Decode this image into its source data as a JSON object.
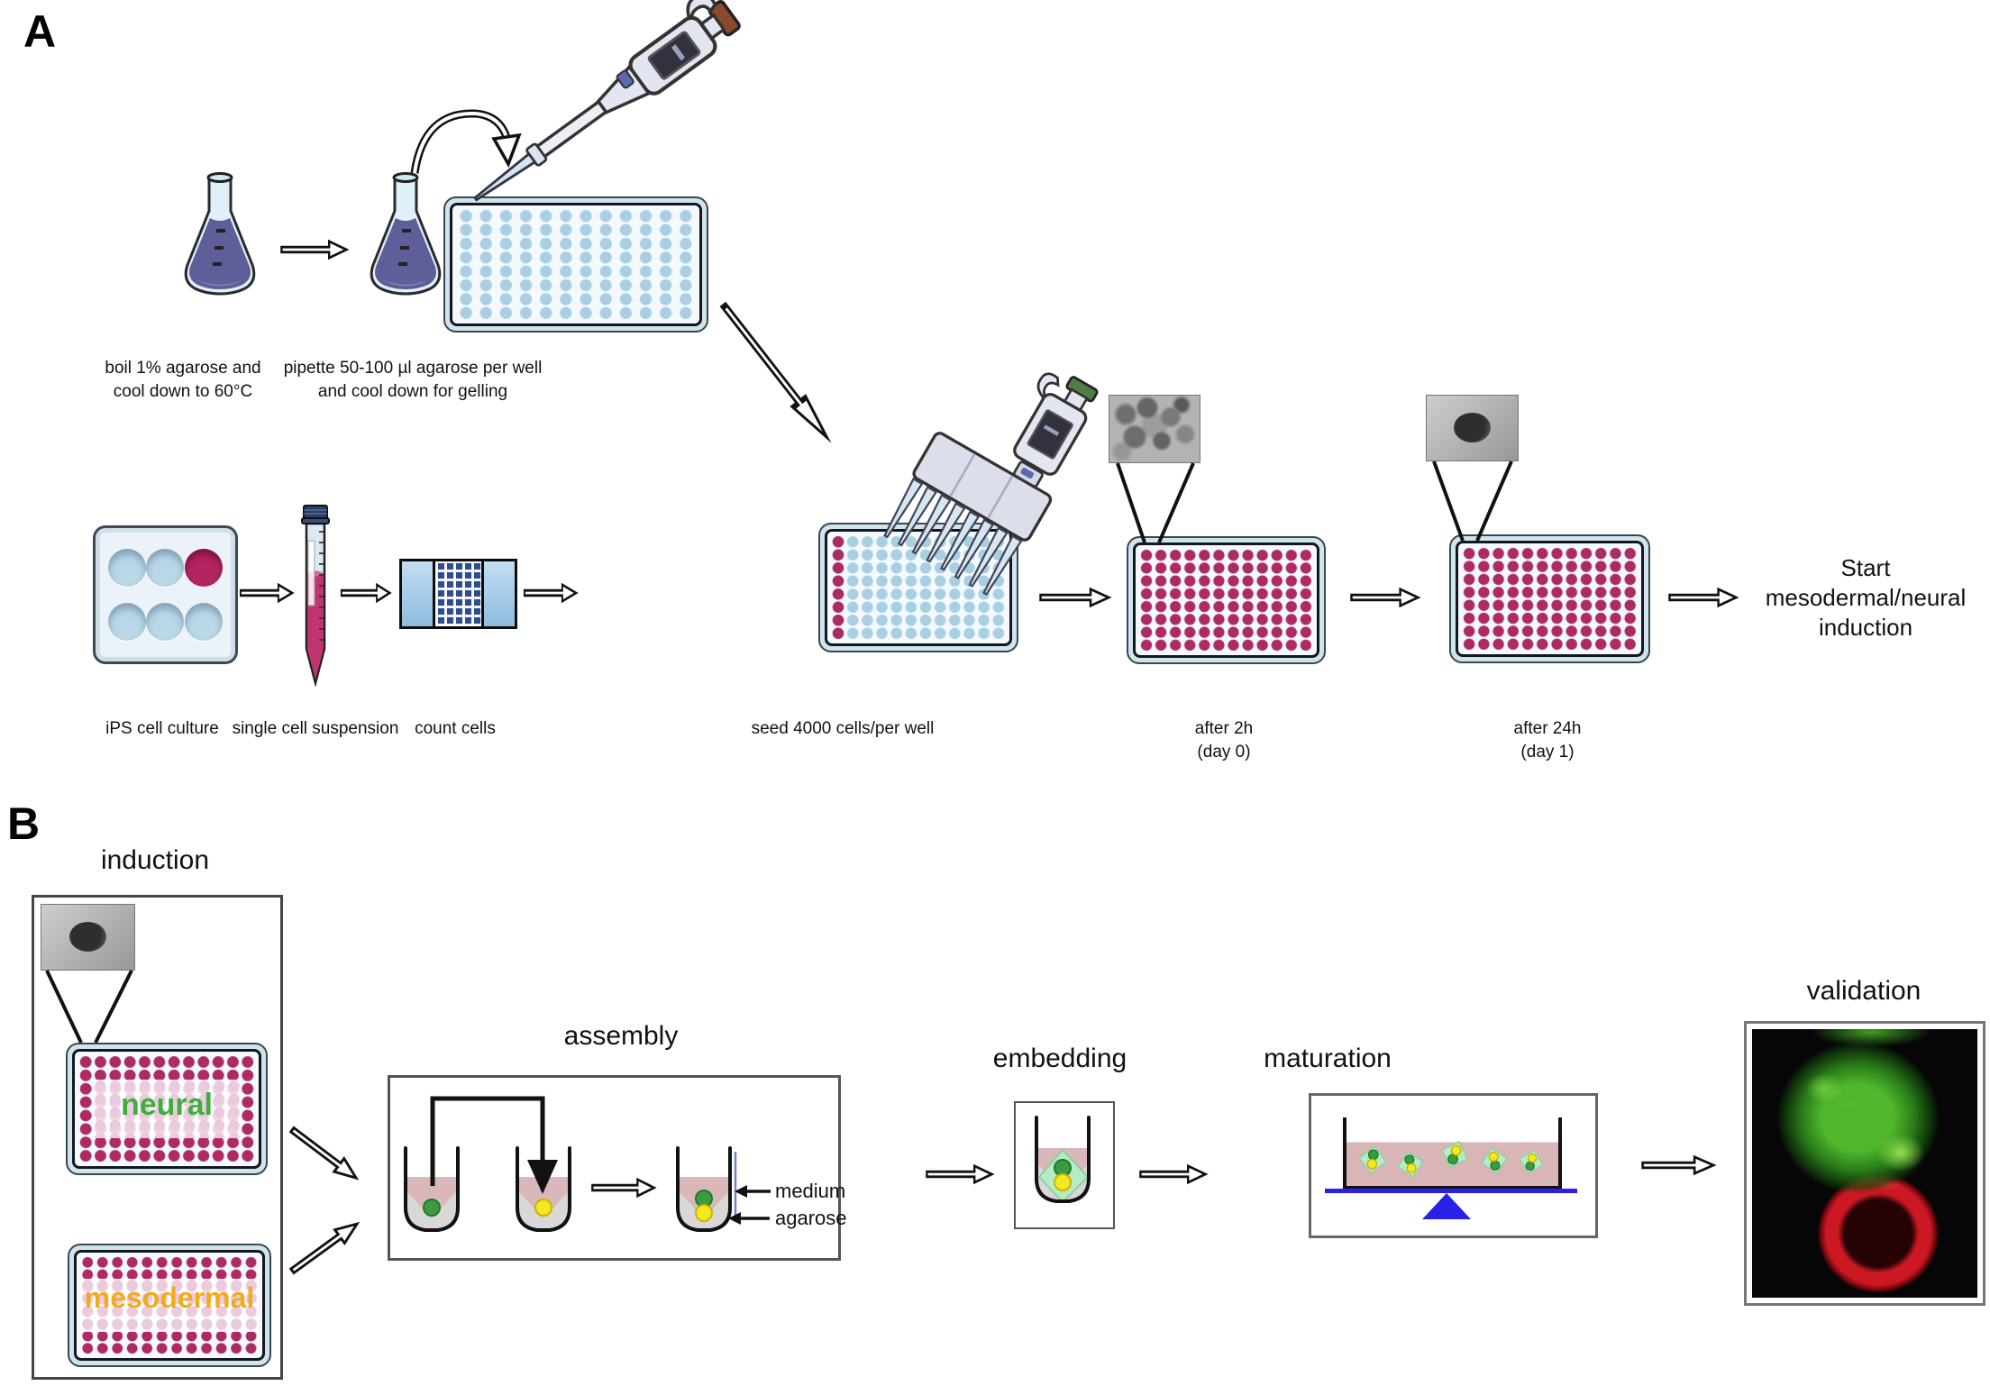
{
  "figure": {
    "panelA": {
      "label": "A",
      "captions": {
        "boil": "boil 1% agarose and\ncool down to 60°C",
        "pipette": "pipette 50-100 µl agarose per well\nand cool down for gelling",
        "ips": "iPS cell culture",
        "suspension": "single cell suspension",
        "count": "count cells",
        "seed": "seed 4000 cells/per well",
        "after2h": "after 2h\n(day 0)",
        "after24h": "after 24h\n(day 1)",
        "start": "Start\nmesodermal/neural\ninduction"
      }
    },
    "panelB": {
      "label": "B",
      "titles": {
        "induction": "induction",
        "assembly": "assembly",
        "embedding": "embedding",
        "maturation": "maturation",
        "validation": "validation"
      },
      "plates": {
        "neural": "neural",
        "mesodermal": "mesodermal"
      },
      "annotations": {
        "medium": "medium",
        "agarose": "agarose"
      }
    },
    "colors": {
      "well_magenta": "#ad2a63",
      "well_blue": "#a9cfe4",
      "well_pale_pink": "#eccade",
      "neural_green": "#3fae3f",
      "mesodermal_amber": "#eead1e",
      "medium_pink": "#dab7b9",
      "agarose_grey": "#d8d8d8",
      "gel_green": "#b6ebc5",
      "organoid_green": "#3c9b40",
      "organoid_yellow": "#f4e820",
      "rocker_blue": "#2a20e8",
      "flask_liquid_purple": "#5f5e99"
    }
  }
}
